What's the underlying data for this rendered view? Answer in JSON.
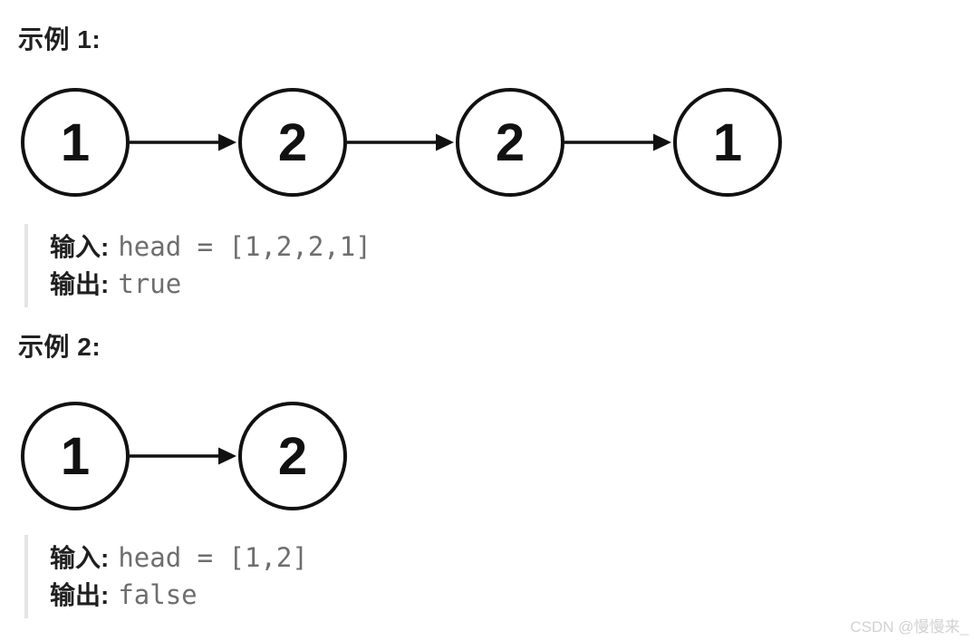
{
  "colors": {
    "background": "#ffffff",
    "heading_text": "#212121",
    "label_text": "#1f1f1f",
    "code_text": "#6e6e6e",
    "quote_bar": "#e4e4e4",
    "diagram_ink": "#111111",
    "watermark_text": "#d2d2d2"
  },
  "examples": [
    {
      "heading": "示例 1:",
      "diagram": {
        "type": "linked-list",
        "nodes": [
          "1",
          "2",
          "2",
          "1"
        ]
      },
      "input_label": "输入:",
      "input_value": "head = [1,2,2,1]",
      "output_label": "输出:",
      "output_value": "true"
    },
    {
      "heading": "示例 2:",
      "diagram": {
        "type": "linked-list",
        "nodes": [
          "1",
          "2"
        ]
      },
      "input_label": "输入:",
      "input_value": "head = [1,2]",
      "output_label": "输出:",
      "output_value": "false"
    }
  ],
  "watermark": "CSDN @慢慢来_"
}
